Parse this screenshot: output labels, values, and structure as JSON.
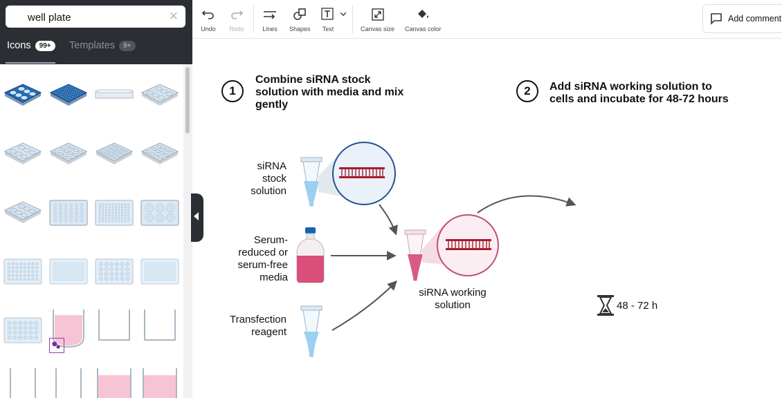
{
  "sidebar": {
    "search": {
      "value": "well plate",
      "placeholder": ""
    },
    "tabs": [
      {
        "label": "Icons",
        "badge": "99+"
      },
      {
        "label": "Templates",
        "badge": "9+"
      }
    ],
    "icon_tiles": [
      "well-plate-6-blue",
      "well-plate-96-blue",
      "well-plate-low-profile",
      "well-plate-6",
      "well-plate-6",
      "well-plate-12",
      "well-plate-24",
      "well-plate-12",
      "well-plate-6",
      "well-plate-96-flat",
      "well-plate-96-grid",
      "well-plate-6-grid",
      "well-plate-48-flat",
      "well-plate-384-flat",
      "well-plate-24-flat",
      "well-plate-384-flat",
      "well-plate-24-flat",
      "well-with-media",
      "empty-well",
      "empty-well",
      "well-side",
      "well-side",
      "well-with-pink-media",
      "well-with-pink-media"
    ]
  },
  "toolbar": {
    "undo": "Undo",
    "redo": "Redo",
    "lines": "Lines",
    "shapes": "Shapes",
    "text": "Text",
    "canvas_size": "Canvas size",
    "canvas_color": "Canvas color",
    "add_comment": "Add comment"
  },
  "canvas": {
    "step1": {
      "number": "1",
      "title": [
        "Combine siRNA stock",
        "solution with media and mix",
        "gently"
      ]
    },
    "step2": {
      "number": "2",
      "title": [
        "Add siRNA working solution to",
        "cells and incubate for 48-72 hours"
      ]
    },
    "labels": {
      "stock": [
        "siRNA",
        "stock",
        "solution"
      ],
      "media": [
        "Serum-",
        "reduced or",
        "serum-free",
        "media"
      ],
      "reagent": [
        "Transfection",
        "reagent"
      ],
      "working": [
        "siRNA working",
        "solution"
      ],
      "incubation": "48 - 72 h"
    }
  },
  "colors": {
    "panel": "#2b2f33",
    "dna": "#a51d2d",
    "tube_blue": "#9bd0ef",
    "tube_pink": "#d95a86",
    "plate_blue": "#1565b0"
  }
}
